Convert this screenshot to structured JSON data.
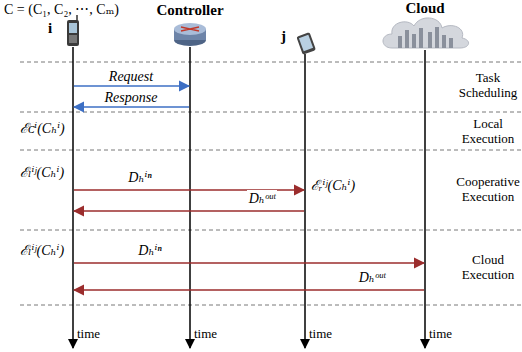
{
  "diagram": {
    "nodes": [
      {
        "text": [
          "i"
        ]
      },
      {
        "text": [
          "Controller"
        ]
      },
      {
        "text": [
          "j"
        ]
      },
      {
        "text": [
          "Cloud"
        ]
      }
    ],
    "edges": [
      {
        "from": 0,
        "to": 1,
        "label": "Request",
        "arrow": "to"
      },
      {
        "from": 1,
        "to": 0,
        "label": "Response",
        "arrow": "to"
      },
      {
        "from": 0,
        "to": 2,
        "label": "Dₕⁱⁿ",
        "arrow": "to"
      },
      {
        "from": 2,
        "to": 0,
        "label": "Dₕᵒᵘᵗ",
        "arrow": "to"
      },
      {
        "from": 0,
        "to": 3,
        "label": "Dₕⁱⁿ",
        "arrow": "to"
      },
      {
        "from": 3,
        "to": 0,
        "label": "Dₕᵒᵘᵗ",
        "arrow": "to"
      }
    ],
    "labels": [
      "C = (C₁, C₂, ⋯, Cₘ)",
      "Task Scheduling",
      "Local Execution",
      "Cooperative Execution",
      "Cloud Execution",
      "ℰᴄⁱ(Cₕⁱ)",
      "ℰₗⁱʲ(Cₕⁱ)",
      "ℰᵣⁱʲ(Cₕⁱ)",
      "ℰₗⁱʲ(Cₕⁱ)",
      "time",
      "time",
      "time",
      "time"
    ]
  }
}
